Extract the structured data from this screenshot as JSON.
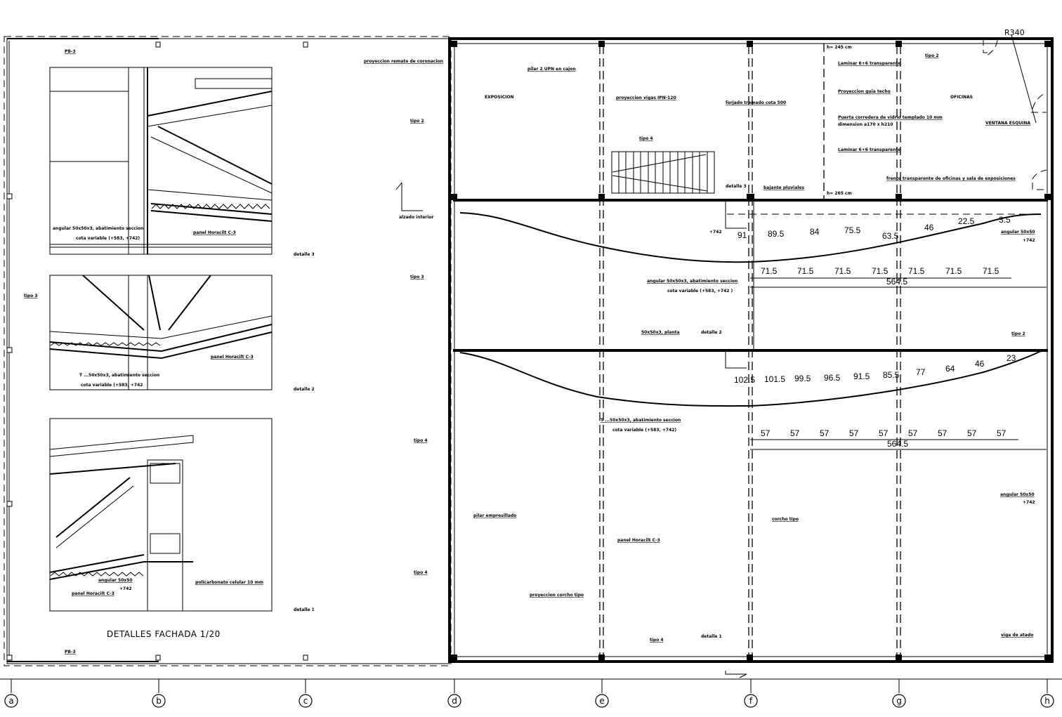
{
  "sheet_title": "DETALLES FACHADA 1/20",
  "grid_axes": [
    "a",
    "b",
    "c",
    "d",
    "e",
    "f",
    "g",
    "h"
  ],
  "labels": {
    "pb3_top": "PB-3",
    "pb3_bottom": "PB-3",
    "remate": "proyeccion remate de coronacion",
    "pilar_upn": "pilar 2 UPN en cajon",
    "exposicion": "EXPOSICION",
    "vigas_ipn": "proyeccion vigas IPN-120",
    "forjado": "forjado tramado cota 500",
    "tipo4_stair": "tipo 4",
    "detalle3_plan": "detalle 3",
    "bajante": "bajante pluviales",
    "h245": "h= 245 cm",
    "tipo2_top": "tipo 2",
    "laminar1": "Laminar 6+6 transparente",
    "guia_techo": "Proyeccion guia techo",
    "oficinas": "OFICINAS",
    "puerta": "Puerta corredera de vidrio templado 10 mm",
    "dimension": "dimension a170 x h210",
    "ventana": "VENTANA ESQUINA",
    "laminar2": "Laminar 6+6 transparente",
    "frente": "frente transparente de oficinas y sala de exposiciones",
    "h265": "h= 265 cm",
    "r340": "R340",
    "tipo2_left": "tipo 2",
    "alzado": "alzado interior",
    "cota742_a": "+742",
    "angular_r1": "angular 50x50",
    "angular_r1_cota": "+742",
    "tipo3_mid": "tipo 3",
    "angular_abat": "angular 50x50x3, abatimiento seccion",
    "cota_var1": "cota variable (+583, +742 )",
    "tipo3_left": "tipo 3",
    "planta": "50x50x3, planta",
    "detalle2_plan": "detalle 2",
    "tipo2_right": "tipo 2",
    "t_abat": "T ...50x50x3, abatimiento seccion",
    "cota_var2": "cota variable (+583, +742)",
    "tipo4_a": "tipo 4",
    "angular_r2": "angular 50x50",
    "angular_r2_cota": "+742",
    "pilar_emp": "pilar empresillado",
    "corcho": "corcho tipo",
    "panel_plan": "panel Horacilt C-3",
    "tipo4_b": "tipo 4",
    "proy_corcho": "proyeccion corcho tipo",
    "tipo4_c": "tipo 4",
    "detalle1_plan": "detalle 1",
    "viga_atado": "viga de atado"
  },
  "details": {
    "d3_angular": "angular 50x50x3, abatimiento seccion",
    "d3_cota": "cota variable (+583, +742)",
    "d3_panel": "panel Horacilt C-3",
    "d3_name": "detalle 3",
    "d2_panel": "panel Horacilt C-3",
    "d2_t": "T ...50x50x3, abatimiento seccion",
    "d2_cota": "cota variable (+583, +742",
    "d2_name": "detalle 2",
    "d1_angular": "angular 50x50",
    "d1_cota": "+742",
    "d1_panel": "panel Horacilt C-3",
    "d1_poli": "policarbonato celular 10 mm",
    "d1_name": "detalle 1"
  },
  "dimensions": {
    "upper_heights": [
      "91",
      "89.5",
      "84",
      "75.5",
      "63.5",
      "46",
      "22.5",
      "3.5"
    ],
    "upper_spacing": [
      "71.5",
      "71.5",
      "71.5",
      "71.5",
      "71.5",
      "71.5",
      "71.5"
    ],
    "upper_total": "564.5",
    "lower_heights": [
      "102.5",
      "101.5",
      "99.5",
      "96.5",
      "91.5",
      "85.5",
      "77",
      "64",
      "46",
      "23"
    ],
    "lower_spacing": [
      "57",
      "57",
      "57",
      "57",
      "57",
      "57",
      "57",
      "57",
      "57"
    ],
    "lower_total": "564.5"
  }
}
